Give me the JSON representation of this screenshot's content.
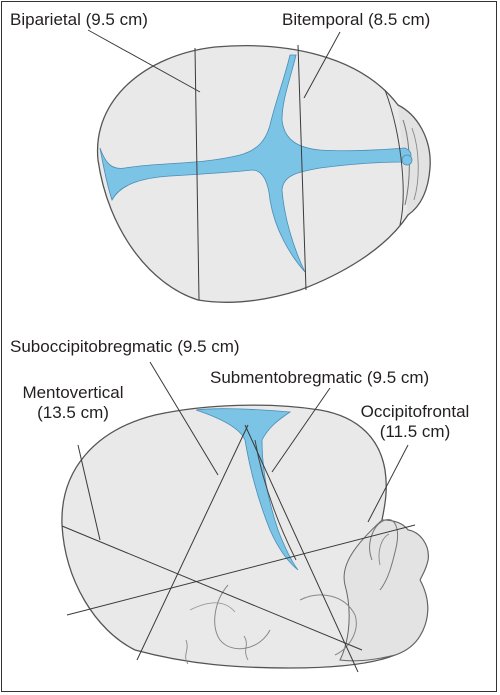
{
  "colors": {
    "fontanelle": "#7cc4e6",
    "skull_fill": "#e9e9e9",
    "outline": "#555555",
    "line": "#3a3a3a",
    "frame": "#333333"
  },
  "top_view": {
    "biparietal": "Biparietal (9.5 cm)",
    "bitemporal": "Bitemporal (8.5 cm)"
  },
  "side_view": {
    "suboccipitobregmatic": "Suboccipitobregmatic (9.5 cm)",
    "submentobregmatic": "Submentobregmatic (9.5 cm)",
    "mentovertical_name": "Mentovertical",
    "mentovertical_value": "(13.5 cm)",
    "occipitofrontal_name": "Occipitofrontal",
    "occipitofrontal_value": "(11.5 cm)"
  }
}
